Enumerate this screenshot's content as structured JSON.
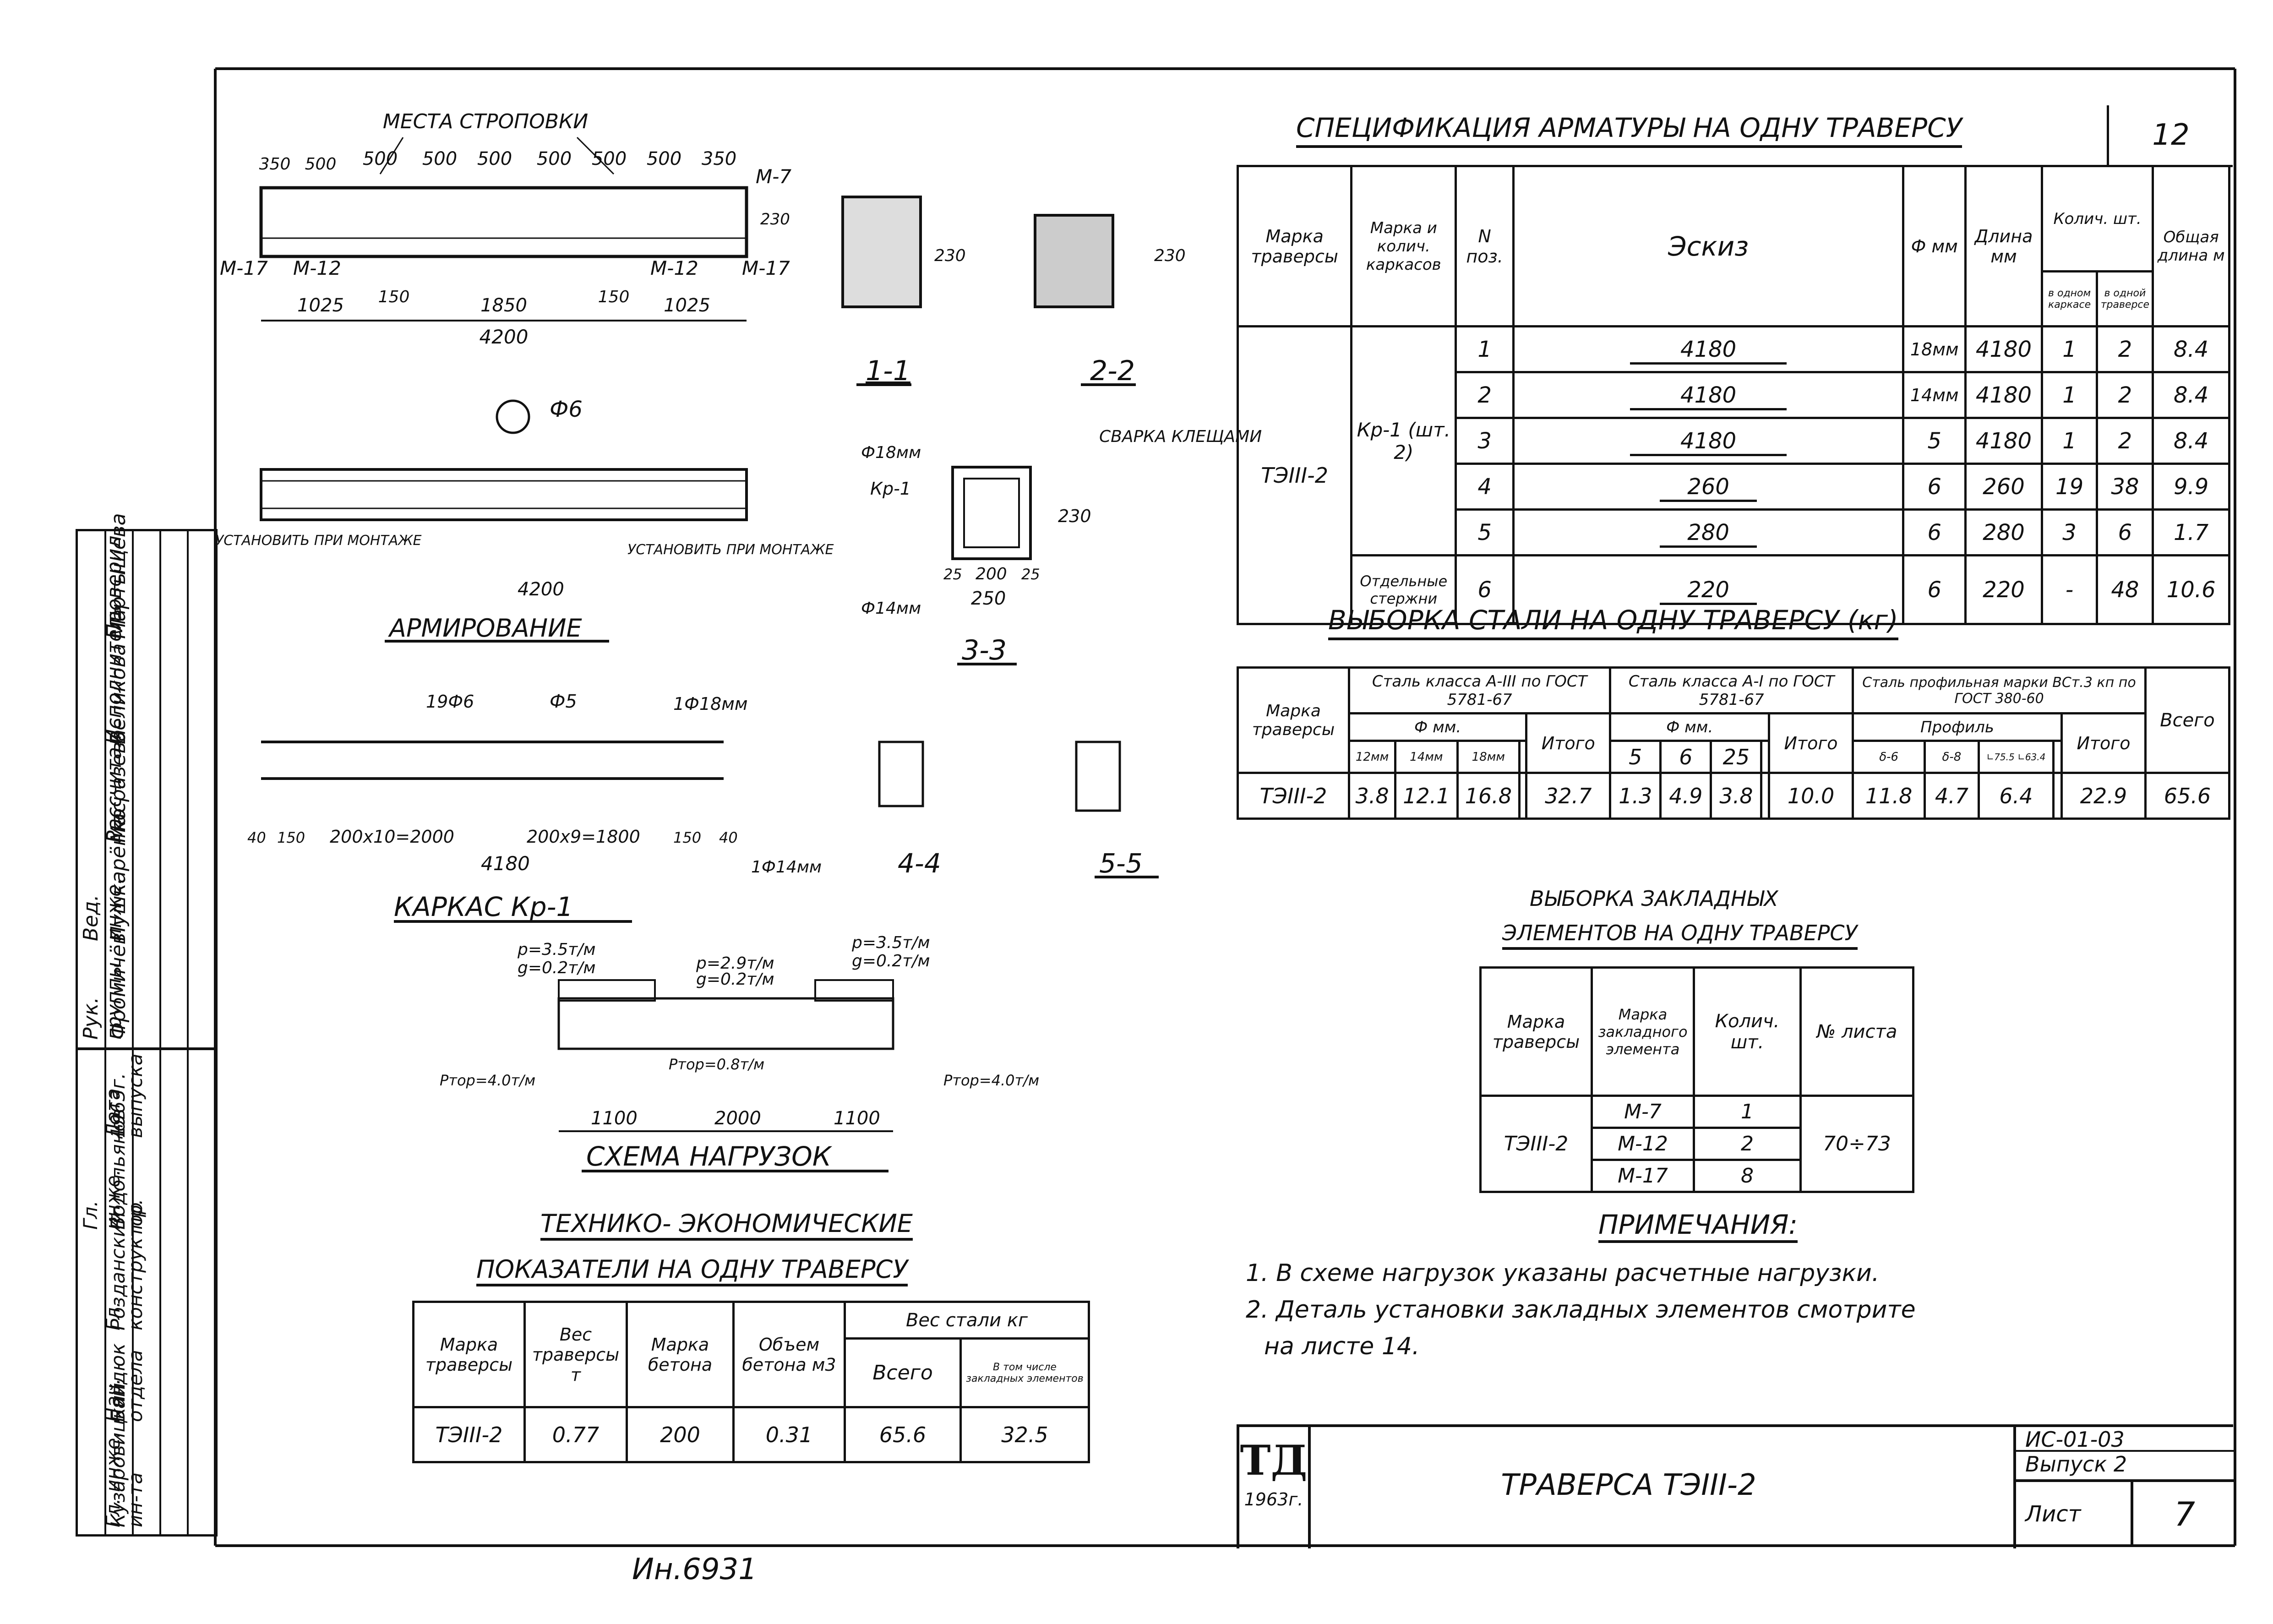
{
  "sheet_number": "12",
  "spec": {
    "title": "СПЕЦИФИКАЦИЯ АРМАТУРЫ НА ОДНУ ТРАВЕРСУ",
    "headers": [
      "Марка траверсы",
      "Марка и колич. каркасов",
      "N поз.",
      "Эскиз",
      "Ф мм",
      "Длина мм",
      "в одном каркасе",
      "в одной траверсе",
      "Общая длина м"
    ],
    "count_header": "Колич. шт.",
    "traverse": "ТЭIII-2",
    "frame": "Кр-1 (шт. 2)",
    "loose": "Отдельные стержни",
    "rows": [
      {
        "pos": "1",
        "sketch": "4180",
        "d": "18мм",
        "len": "4180",
        "c1": "1",
        "c2": "2",
        "total": "8.4"
      },
      {
        "pos": "2",
        "sketch": "4180",
        "d": "14мм",
        "len": "4180",
        "c1": "1",
        "c2": "2",
        "total": "8.4"
      },
      {
        "pos": "3",
        "sketch": "4180",
        "d": "5",
        "len": "4180",
        "c1": "1",
        "c2": "2",
        "total": "8.4"
      },
      {
        "pos": "4",
        "sketch": "260",
        "d": "6",
        "len": "260",
        "c1": "19",
        "c2": "38",
        "total": "9.9"
      },
      {
        "pos": "5",
        "sketch": "280",
        "d": "6",
        "len": "280",
        "c1": "3",
        "c2": "6",
        "total": "1.7"
      },
      {
        "pos": "6",
        "sketch": "220",
        "d": "6",
        "len": "220",
        "c1": "-",
        "c2": "48",
        "total": "10.6"
      }
    ]
  },
  "steel": {
    "title": "ВЫБОРКА СТАЛИ НА ОДНУ ТРАВЕРСУ (кг)",
    "col_marka": "Марка траверсы",
    "group1": "Сталь класса А-III по ГОСТ 5781-67",
    "group2": "Сталь класса А-I по ГОСТ 5781-67",
    "group3": "Сталь профильная марки ВСт.3 кп по ГОСТ 380-60",
    "sub_mm": "Ф мм.",
    "sub_profile": "Профиль",
    "itogo": "Итого",
    "vsego": "Всего",
    "g1_cols": [
      "12мм",
      "14мм",
      "18мм"
    ],
    "g2_cols": [
      "5",
      "6",
      "25"
    ],
    "g3_cols": [
      "δ-6",
      "δ-8",
      "∟75.5 ∟63.4"
    ],
    "row": {
      "marka": "ТЭIII-2",
      "g1": [
        "3.8",
        "12.1",
        "16.8",
        ""
      ],
      "g1_total": "32.7",
      "g2": [
        "1.3",
        "4.9",
        "3.8",
        ""
      ],
      "g2_total": "10.0",
      "g3": [
        "11.8",
        "4.7",
        "6.4",
        ""
      ],
      "g3_total": "22.9",
      "total": "65.6"
    }
  },
  "embedded": {
    "title_line1": "ВЫБОРКА ЗАКЛАДНЫХ",
    "title_line2": "ЭЛЕМЕНТОВ НА ОДНУ ТРАВЕРСУ",
    "headers": [
      "Марка траверсы",
      "Марка закладного элемента",
      "Колич. шт.",
      "№ листа"
    ],
    "marka": "ТЭIII-2",
    "rows": [
      {
        "el": "М-7",
        "qty": "1"
      },
      {
        "el": "М-12",
        "qty": "2"
      },
      {
        "el": "М-17",
        "qty": "8"
      }
    ],
    "sheets": "70÷73"
  },
  "notes": {
    "title": "ПРИМЕЧАНИЯ:",
    "lines": [
      "1. В схеме нагрузок указаны расчетные нагрузки.",
      "2. Деталь установки закладных элементов смотрите",
      "на листе 14."
    ]
  },
  "tech": {
    "title_line1": "ТЕХНИКО- ЭКОНОМИЧЕСКИЕ",
    "title_line2": "ПОКАЗАТЕЛИ НА ОДНУ ТРАВЕРСУ",
    "headers": [
      "Марка траверсы",
      "Вес траверсы т",
      "Марка бетона",
      "Объем бетона м3",
      "Всего",
      "В том числе закладных элементов"
    ],
    "steel_header": "Вес стали кг",
    "row": [
      "ТЭIII-2",
      "0.77",
      "200",
      "0.31",
      "65.6",
      "32.5"
    ]
  },
  "titleblock": {
    "logo": "ТД",
    "year": "1963г.",
    "name": "ТРАВЕРСА ТЭIII-2",
    "code": "ИС-01-03",
    "issue": "Выпуск 2",
    "sheet_label": "Лист",
    "sheet_no": "7"
  },
  "side_stamp": {
    "roles": [
      "Рук. группы",
      "Вед. инже.",
      "Рассчитал",
      "Исполнитель",
      "Проверил"
    ],
    "names": [
      "Фромичёв",
      "Пушкарёнко",
      "Масразева",
      "Великова",
      "Мартыщева"
    ],
    "roles2": [
      "Гл. инже. ин-та",
      "Нач. отдела",
      "Гл. конструктор",
      "Гл. инже. пр.",
      "Дата выпуска"
    ],
    "names2": [
      "Кузаровицкий",
      "Бандюк",
      "Розданский",
      "Водопьянов",
      "1963г."
    ]
  },
  "drawings": {
    "beam_top_label": "МЕСТА СТРОПОВКИ",
    "top_dims": [
      "350",
      "500",
      "500",
      "500",
      "500",
      "500",
      "500",
      "500",
      "350"
    ],
    "bottom_dims": [
      "1025",
      "150",
      "1850",
      "150",
      "1025"
    ],
    "total_4200": "4200",
    "h_230": "230",
    "marks": [
      "М-17",
      "М-12",
      "М-12",
      "М-17",
      "М-7"
    ],
    "sec_1": "1-1",
    "sec_2": "2-2",
    "sec_3": "3-3",
    "sec_4": "4-4",
    "sec_5": "5-5",
    "armir_label": "АРМИРОВАНИЕ",
    "ustan": "УСТАНОВИТЬ ПРИ МОНТАЖЕ",
    "phi6": "Ф6",
    "weld": "СВАРКА КЛЕЩАМИ",
    "phi18": "Ф18мм",
    "kr1": "Кр-1",
    "phi14": "Ф14мм",
    "s3_dims": [
      "25",
      "200",
      "25",
      "250"
    ],
    "frame_label": "КАРКАС Кр-1",
    "frame_top": [
      "19Ф6",
      "Ф5",
      "1Ф18мм"
    ],
    "frame_bot": [
      "40",
      "150",
      "200х10=2000",
      "200х9=1800",
      "150",
      "40"
    ],
    "frame_total": "4180",
    "frame_phi14": "1Ф14мм",
    "load_label": "СХЕМА НАГРУЗОК",
    "p_left": "p=3.5т/м",
    "g_left": "g=0.2т/м",
    "p_mid": "p=2.9т/м",
    "g_mid": "g=0.2т/м",
    "p_right": "p=3.5т/м",
    "g_right": "g=0.2т/м",
    "r_left": "Pтор=4.0т/м",
    "r_mid": "Pтор=0.8т/м",
    "r_right": "Pтор=4.0т/м",
    "load_dims": [
      "1100",
      "2000",
      "1100"
    ]
  },
  "handnote": "Ин.6931"
}
